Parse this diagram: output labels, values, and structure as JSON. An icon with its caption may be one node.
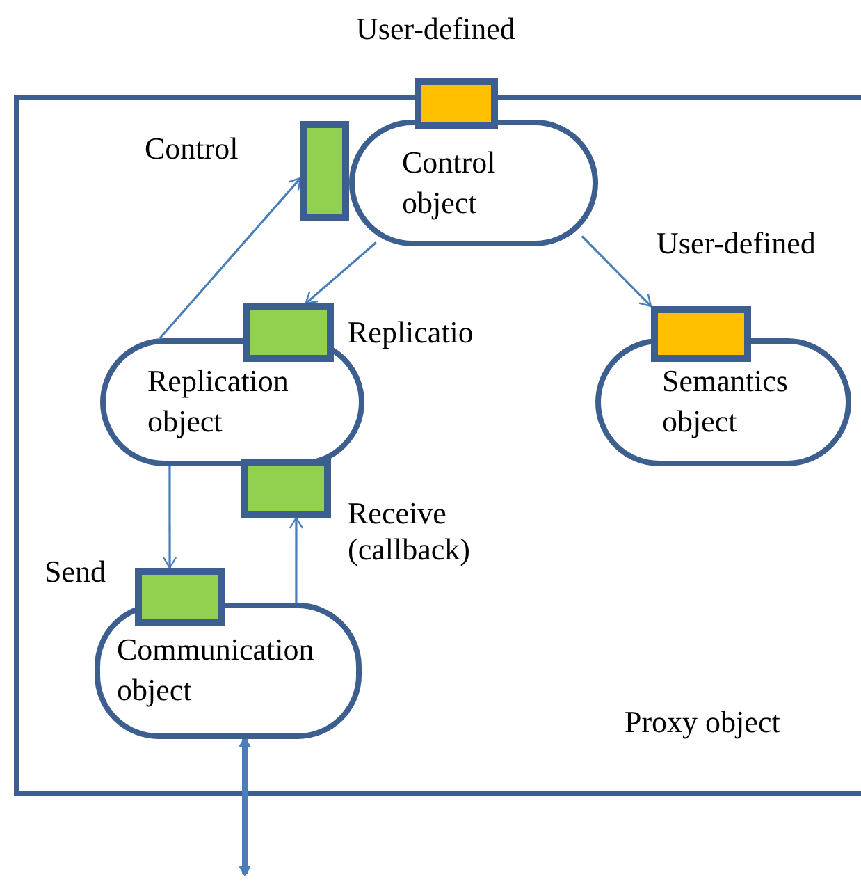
{
  "diagram": {
    "nodes": [
      {
        "text": [
          "Proxy object"
        ]
      },
      {
        "text": [],
        "shape": "box",
        "beside": [
          "User-defined"
        ]
      },
      {
        "text": [],
        "shape": "box",
        "beside": [
          "Control"
        ],
        "in": 0
      },
      {
        "text": [
          "Control object"
        ],
        "in": 0
      },
      {
        "text": [],
        "shape": "box",
        "beside": [
          "User-defined"
        ],
        "in": 0
      },
      {
        "text": [],
        "shape": "box",
        "beside": [
          "Replicatio"
        ],
        "in": 0
      },
      {
        "text": [
          "Replication object"
        ],
        "in": 0
      },
      {
        "text": [
          "Semantics object"
        ],
        "in": 0
      },
      {
        "text": [],
        "shape": "box",
        "beside": [
          "Receive (callback)"
        ],
        "in": 0
      },
      {
        "text": [],
        "shape": "box",
        "beside": [
          "Send"
        ],
        "in": 0
      },
      {
        "text": [
          "Communication object"
        ],
        "in": 0
      }
    ],
    "edges": [
      {
        "from": 6,
        "to": 2,
        "arrow": "to"
      },
      {
        "from": 3,
        "to": 5,
        "arrow": "to"
      },
      {
        "from": 3,
        "to": 4,
        "arrow": "to"
      },
      {
        "from": 6,
        "to": 9,
        "arrow": "to"
      },
      {
        "from": 10,
        "to": 8,
        "arrow": "to"
      },
      {
        "from": 10,
        "to": null,
        "arrow": "both",
        "style": "thick"
      }
    ]
  }
}
